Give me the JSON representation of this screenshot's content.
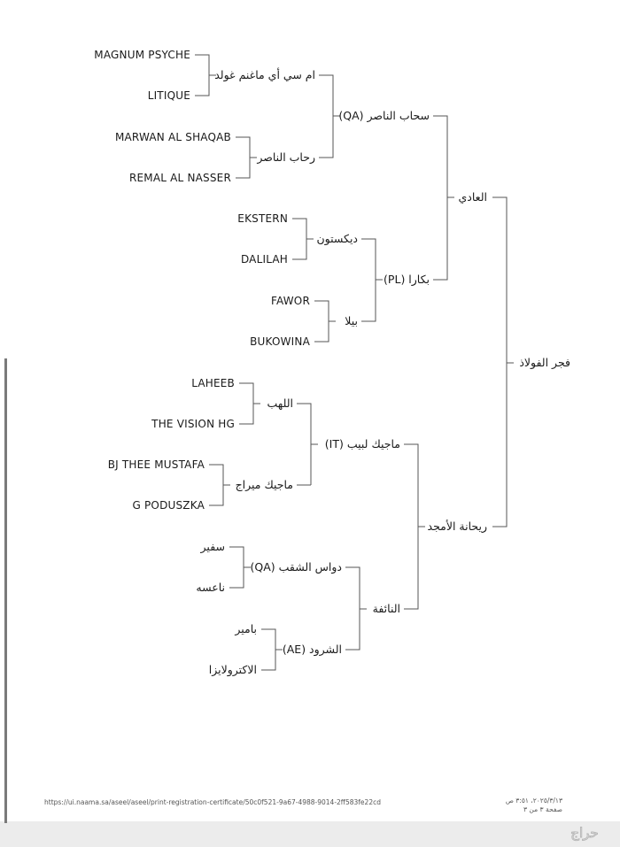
{
  "pedigree": {
    "subject": "فجر الفولاذ",
    "sire": "العادي",
    "dam": "ريحانة الأمجد",
    "sire_sire": "سحاب الناصر (QA)",
    "sire_dam": "بكارا (PL)",
    "dam_sire": "ماجيك لبيب (IT)",
    "dam_dam": "النائفة",
    "g3": {
      "ss_s": "ام سي أي ماغنم غولد",
      "ss_d": "رحاب الناصر",
      "sd_s": "ديكستون",
      "sd_d": "بيلا",
      "ds_s": "اللهب",
      "ds_d": "ماجيك ميراج",
      "dd_s": "دواس الشقب (QA)",
      "dd_d": "الشرود (AE)"
    },
    "g4": {
      "a1": "MAGNUM PSYCHE",
      "a2": "LITIQUE",
      "b1": "MARWAN AL SHAQAB",
      "b2": "REMAL AL NASSER",
      "c1": "EKSTERN",
      "c2": "DALILAH",
      "d1": "FAWOR",
      "d2": "BUKOWINA",
      "e1": "LAHEEB",
      "e2": "THE VISION HG",
      "f1": "BJ THEE MUSTAFA",
      "f2": "G PODUSZKA",
      "g1": "سفير",
      "g2": "ناعسه",
      "h1": "بامير",
      "h2": "الاكترولايزا"
    }
  },
  "footer": {
    "url": "https://ui.naama.sa/aseel/aseel/print-registration-certificate/50c0f521-9a67-4988-9014-2ff583fe22cd",
    "datetime": "٢٠٢٥/٣/١٣، ٣:٥١ ص",
    "page": "صفحة ٣ من ٣"
  },
  "watermark": {
    "text": "حراج"
  }
}
